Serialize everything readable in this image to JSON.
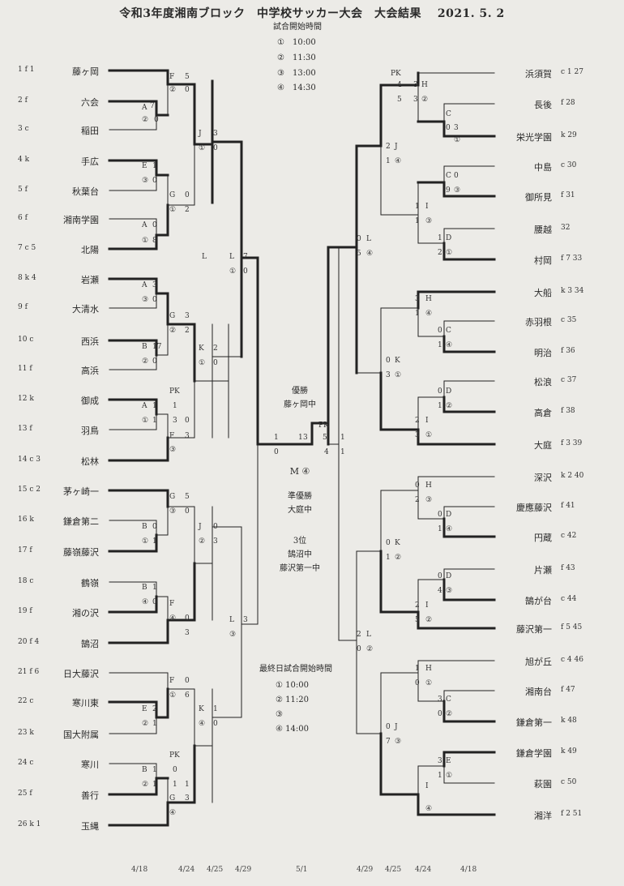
{
  "title": "令和3年度湘南ブロック　中学校サッカー大会　大会結果　 2021. 5. 2",
  "schedule": {
    "header": "試合開始時間",
    "times": [
      "①　10:00",
      "②　11:30",
      "③　13:00",
      "④　14:30"
    ]
  },
  "final_schedule": {
    "header": "最終日試合開始時間",
    "times": [
      "① 10:00",
      "② 11:20",
      "③",
      "④ 14:00"
    ]
  },
  "results": {
    "champion_label": "優勝",
    "champion": "藤ヶ岡中",
    "match_code": "M ④",
    "runner_up_label": "準優勝",
    "runner_up": "大庭中",
    "third_label": "3位",
    "third_1": "鵠沼中",
    "third_2": "藤沢第一中"
  },
  "left_teams": [
    {
      "seed": "1 f 1",
      "name": "藤ヶ岡"
    },
    {
      "seed": "2 f",
      "name": "六会"
    },
    {
      "seed": "3 c",
      "name": "稲田"
    },
    {
      "seed": "4 k",
      "name": "手広"
    },
    {
      "seed": "5 f",
      "name": "秋葉台"
    },
    {
      "seed": "6 f",
      "name": "湘南学園"
    },
    {
      "seed": "7 c 5",
      "name": "北陽"
    },
    {
      "seed": "8 k 4",
      "name": "岩瀬"
    },
    {
      "seed": "9 f",
      "name": "大清水"
    },
    {
      "seed": "10 c",
      "name": "西浜"
    },
    {
      "seed": "11 f",
      "name": "高浜"
    },
    {
      "seed": "12 k",
      "name": "御成"
    },
    {
      "seed": "13 f",
      "name": "羽鳥"
    },
    {
      "seed": "14 c 3",
      "name": "松林"
    },
    {
      "seed": "15 c 2",
      "name": "茅ヶ崎一"
    },
    {
      "seed": "16 k",
      "name": "鎌倉第二"
    },
    {
      "seed": "17 f",
      "name": "藤嶺藤沢"
    },
    {
      "seed": "18 c",
      "name": "鶴嶺"
    },
    {
      "seed": "19 f",
      "name": "湘の沢"
    },
    {
      "seed": "20 f 4",
      "name": "鵠沼"
    },
    {
      "seed": "21 f 6",
      "name": "日大藤沢"
    },
    {
      "seed": "22 c",
      "name": "寒川東"
    },
    {
      "seed": "23 k",
      "name": "国大附属"
    },
    {
      "seed": "24 c",
      "name": "寒川"
    },
    {
      "seed": "25 f",
      "name": "善行"
    },
    {
      "seed": "26 k 1",
      "name": "玉縄"
    }
  ],
  "right_teams": [
    {
      "name": "浜須賀",
      "seed": "c 1 27"
    },
    {
      "name": "長後",
      "seed": "f 28"
    },
    {
      "name": "栄光学園",
      "seed": "k 29"
    },
    {
      "name": "中島",
      "seed": "c 30"
    },
    {
      "name": "御所見",
      "seed": "f 31"
    },
    {
      "name": "腰越",
      "seed": "32"
    },
    {
      "name": "村岡",
      "seed": "f 7 33"
    },
    {
      "name": "大船",
      "seed": "k 3 34"
    },
    {
      "name": "赤羽根",
      "seed": "c 35"
    },
    {
      "name": "明治",
      "seed": "f 36"
    },
    {
      "name": "松浪",
      "seed": "c 37"
    },
    {
      "name": "高倉",
      "seed": "f 38"
    },
    {
      "name": "大庭",
      "seed": "f 3 39"
    },
    {
      "name": "深沢",
      "seed": "k 2 40"
    },
    {
      "name": "慶應藤沢",
      "seed": "f 41"
    },
    {
      "name": "円蔵",
      "seed": "c 42"
    },
    {
      "name": "片瀬",
      "seed": "f 43"
    },
    {
      "name": "鵠が台",
      "seed": "c 44"
    },
    {
      "name": "藤沢第一",
      "seed": "f 5 45"
    },
    {
      "name": "旭が丘",
      "seed": "c 4 46"
    },
    {
      "name": "湘南台",
      "seed": "f 47"
    },
    {
      "name": "鎌倉第一",
      "seed": "k 48"
    },
    {
      "name": "鎌倉学園",
      "seed": "k 49"
    },
    {
      "name": "萩園",
      "seed": "c 50"
    },
    {
      "name": "湘洋",
      "seed": "f 2 51"
    }
  ],
  "round_dates": {
    "l1": "4/18",
    "l2": "4/24",
    "l3": "4/25",
    "l4": "4/29",
    "final": "5/1",
    "r4": "4/29",
    "r3": "4/25",
    "r2": "4/24",
    "r1": "4/18"
  }
}
